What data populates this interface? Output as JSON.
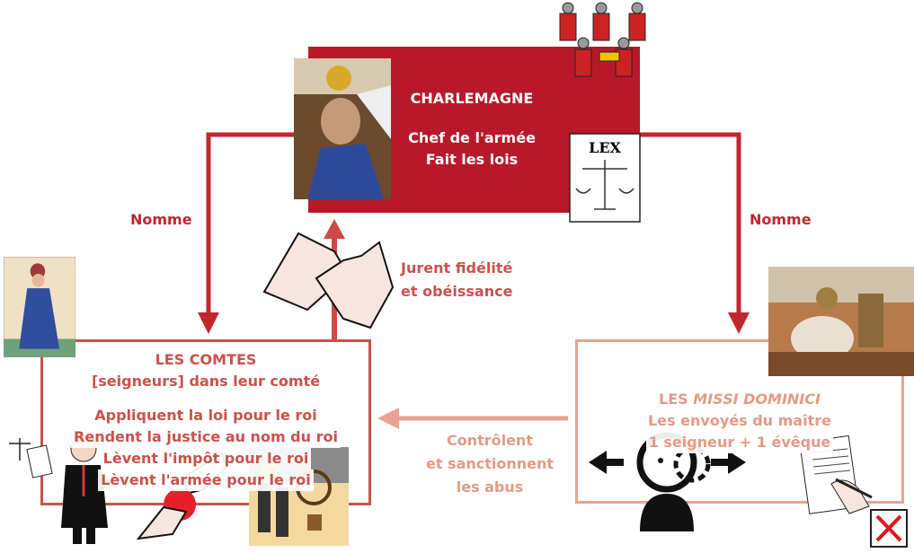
{
  "colors": {
    "king": "#b8192a",
    "arrow_dark": "#c0272d",
    "comtes": "#c9524a",
    "missi": "#e39a85"
  },
  "charlemagne": {
    "title": "CHARLEMAGNE",
    "line1": "Chef de l'armée",
    "line2": "Fait les lois",
    "lex_label": "LEX"
  },
  "arrows": {
    "left_label": "Nomme",
    "right_label": "Nomme",
    "up_label_1": "Jurent fidélité",
    "up_label_2": "et obéissance",
    "bottom_label_1": "Contrôlent",
    "bottom_label_2": "et sanctionnent",
    "bottom_label_3": "les abus"
  },
  "comtes": {
    "title": "LES COMTES",
    "subtitle": "[seigneurs] dans leur comté",
    "line1": "Appliquent la loi pour le roi",
    "line2": "Rendent la justice au nom du roi",
    "line3": "Lèvent l'impôt pour le roi",
    "line4": "Lèvent l'armée pour le roi"
  },
  "missi": {
    "title_prefix": "LES ",
    "title_italic": "MISSI DOMINICI",
    "line1": "Les envoyés du maître",
    "line2": "1 seigneur + 1 évêque"
  },
  "icons": [
    "crowned-king-portrait",
    "soldiers-icon",
    "lex-scales-icon",
    "pinky-promise-icon",
    "count-portrait",
    "judge-icon",
    "tax-hand-icon",
    "army-cannon-icon",
    "horsemen-painting",
    "inspector-icon",
    "writing-hand-icon",
    "close-icon"
  ]
}
